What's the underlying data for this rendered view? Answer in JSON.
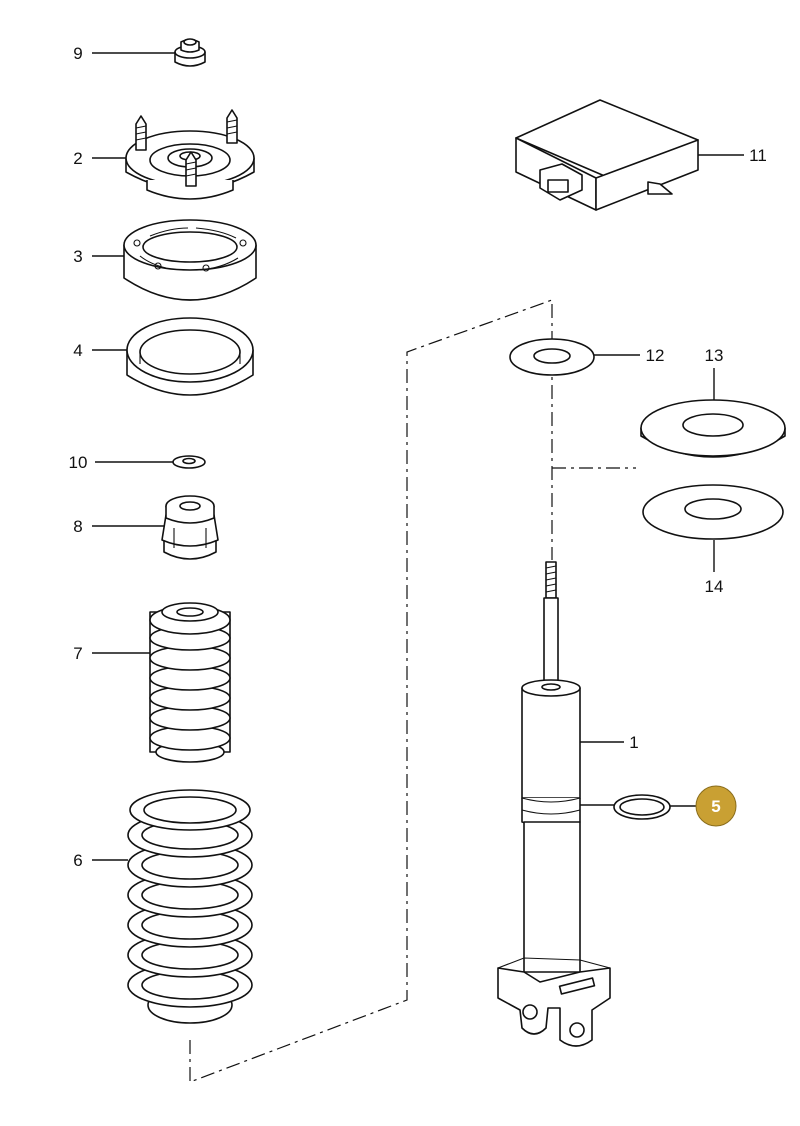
{
  "callouts": [
    {
      "id": "1",
      "label": "1"
    },
    {
      "id": "2",
      "label": "2"
    },
    {
      "id": "3",
      "label": "3"
    },
    {
      "id": "4",
      "label": "4"
    },
    {
      "id": "5",
      "label": "5",
      "highlighted": true
    },
    {
      "id": "6",
      "label": "6"
    },
    {
      "id": "7",
      "label": "7"
    },
    {
      "id": "8",
      "label": "8"
    },
    {
      "id": "9",
      "label": "9"
    },
    {
      "id": "10",
      "label": "10"
    },
    {
      "id": "11",
      "label": "11"
    },
    {
      "id": "12",
      "label": "12"
    },
    {
      "id": "13",
      "label": "13"
    },
    {
      "id": "14",
      "label": "14"
    }
  ],
  "colors": {
    "line": "#111111",
    "highlight_badge": "#c9a033",
    "background": "#ffffff"
  }
}
